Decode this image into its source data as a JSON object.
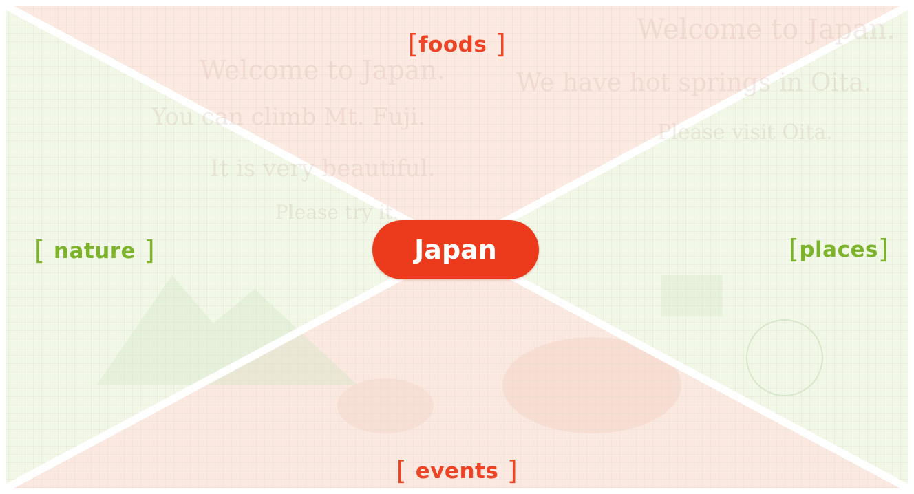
{
  "center": {
    "label": "Japan"
  },
  "branches": {
    "top": "foods",
    "left": "nature",
    "right": "places",
    "bottom": "events"
  },
  "faint_background_text": [
    "Welcome to Japan.",
    "We have hot springs in Oita.",
    "Please visit Oita.",
    "Welcome to Japan.",
    "You can climb Mt. Fuji.",
    "It is very beautiful.",
    "Please try it."
  ],
  "colors": {
    "hub": "#ec3a1c",
    "food_event_accent": "#ec4424",
    "nature_place_accent": "#7cb32a",
    "top_panel": "#fce9e2",
    "bottom_panel": "#fbe9e1",
    "side_panels": "#f1f8e8",
    "grid_line": "#e7e3d8",
    "divider": "#ffffff"
  }
}
